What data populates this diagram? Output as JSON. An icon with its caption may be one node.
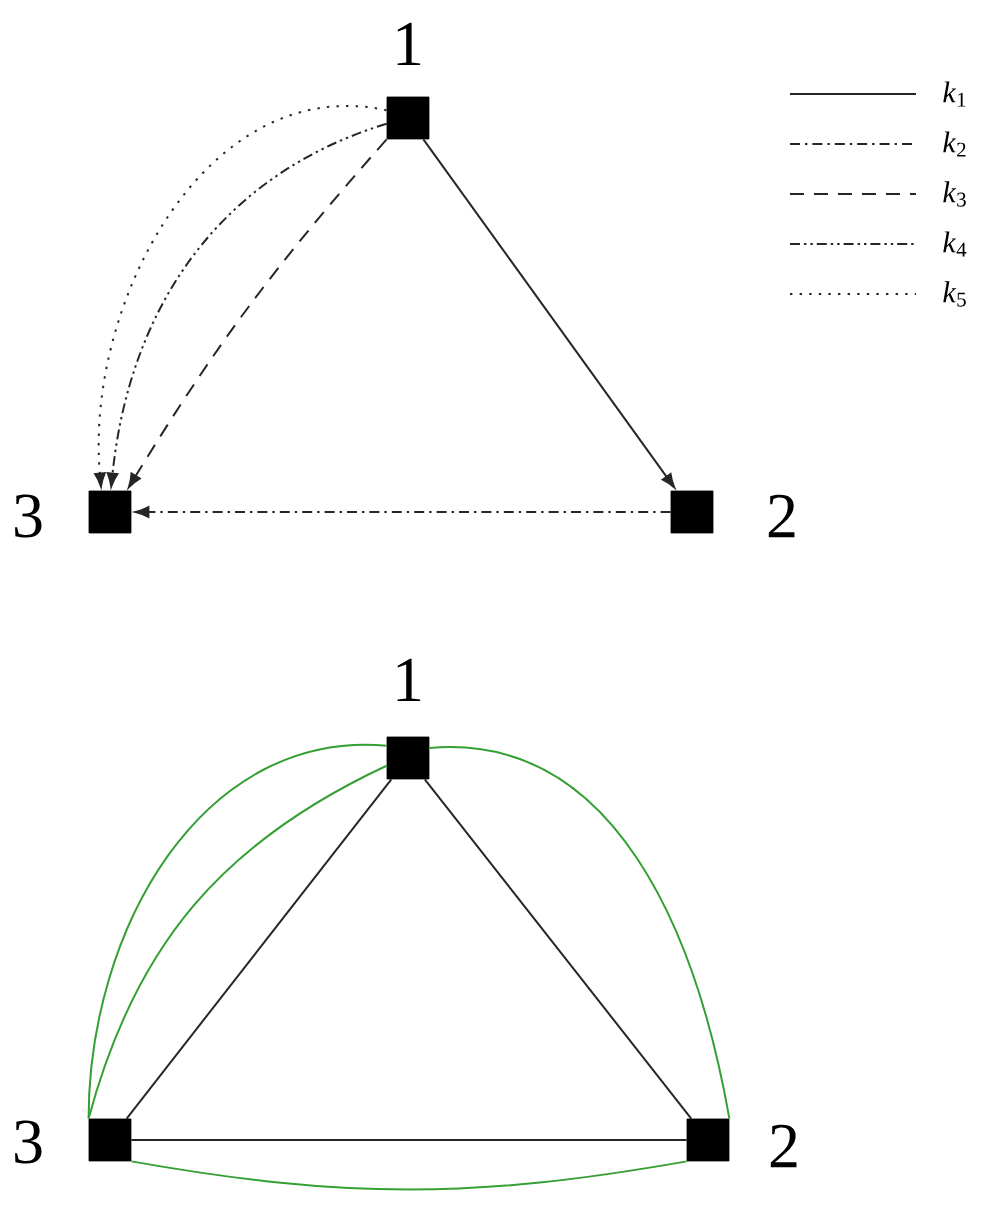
{
  "diagram": {
    "nodes": [
      {
        "text": [],
        "shape": "box",
        "beside": [
          "1"
        ]
      },
      {
        "text": [],
        "shape": "box",
        "beside": [
          "3"
        ]
      },
      {
        "text": [],
        "shape": "box",
        "beside": [
          "2"
        ]
      },
      {
        "text": [],
        "shape": "box",
        "beside": [
          "1"
        ]
      },
      {
        "text": [],
        "shape": "box",
        "beside": [
          "3"
        ]
      },
      {
        "text": [],
        "shape": "box",
        "beside": [
          "2"
        ]
      }
    ],
    "edges": [
      {
        "from": 0,
        "to": 2,
        "arrow": "to"
      },
      {
        "from": 2,
        "to": 1,
        "arrow": "to",
        "style": "dashed"
      },
      {
        "from": 0,
        "to": 1,
        "arrow": "to",
        "style": "dashed"
      },
      {
        "from": 0,
        "to": 1,
        "arrow": "to",
        "style": "dashed"
      },
      {
        "from": 0,
        "to": 1,
        "arrow": "to",
        "style": "dashed"
      },
      {
        "from": 3,
        "to": 4,
        "arrow": "none"
      },
      {
        "from": 3,
        "to": 5,
        "arrow": "none"
      },
      {
        "from": 4,
        "to": 5,
        "arrow": "none"
      },
      {
        "from": 3,
        "to": 4,
        "arrow": "none",
        "color": "#34a034"
      },
      {
        "from": 3,
        "to": 4,
        "arrow": "none",
        "color": "#34a034"
      },
      {
        "from": 3,
        "to": 5,
        "arrow": "none",
        "color": "#34a034"
      },
      {
        "from": 4,
        "to": 5,
        "arrow": "none",
        "color": "#34a034"
      }
    ],
    "legend": [
      {
        "text": "*k*$_{1}$"
      },
      {
        "text": "*k*$_{2}$"
      },
      {
        "text": "*k*$_{3}$"
      },
      {
        "text": "*k*$_{4}$"
      },
      {
        "text": "*k*$_{5}$"
      }
    ]
  }
}
